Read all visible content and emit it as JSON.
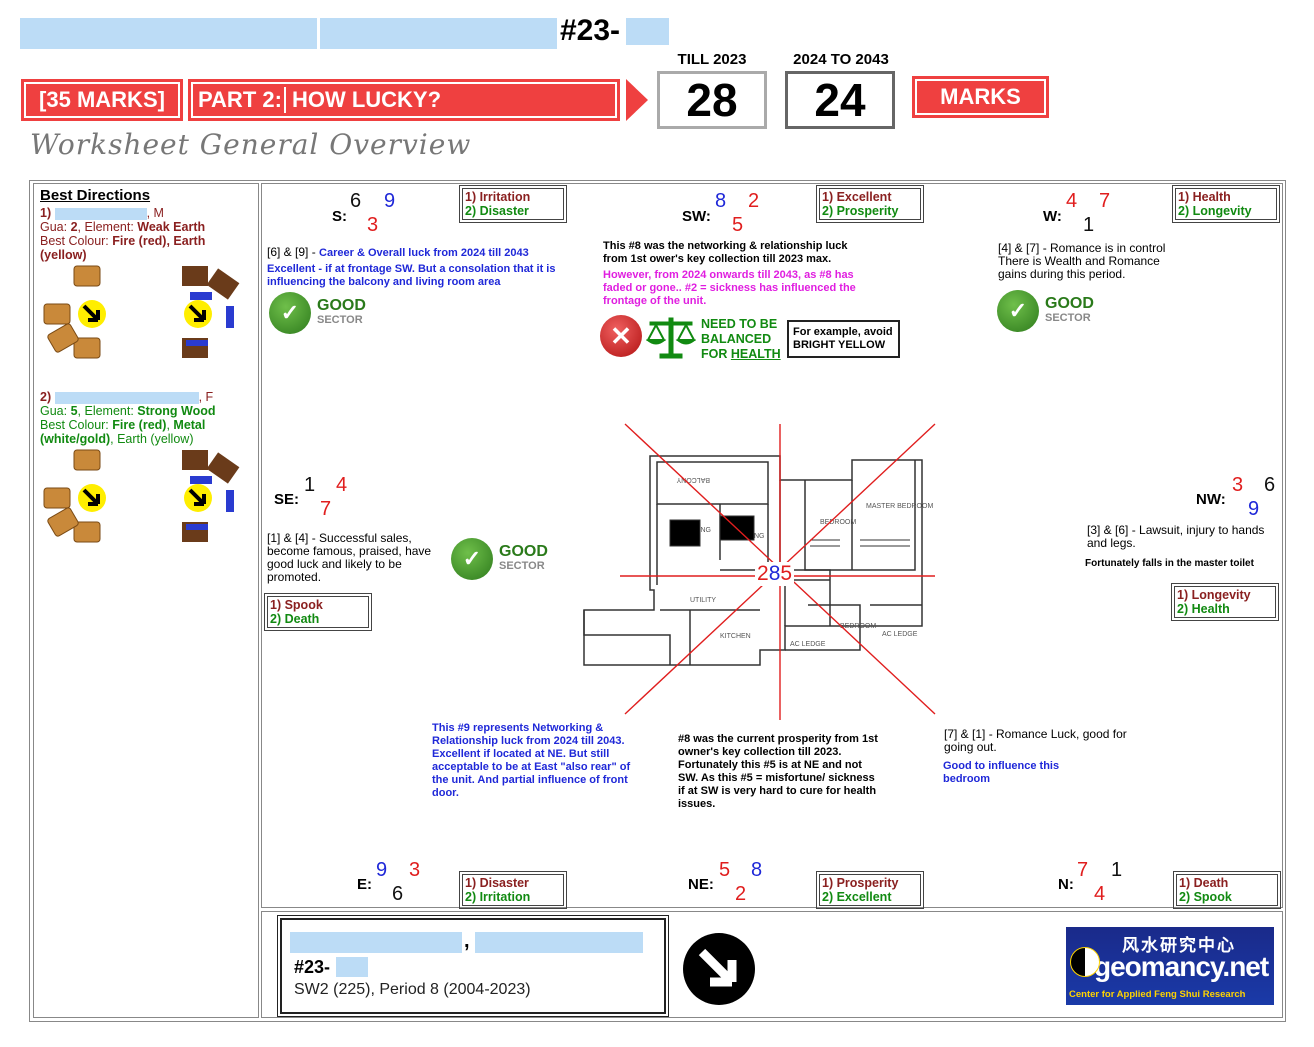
{
  "header": {
    "unit_suffix": "#23-",
    "marks_label": "[35 MARKS]",
    "part_prefix": "PART 2:",
    "part_title": "HOW LUCKY?",
    "till_label": "TILL 2023",
    "till_value": "28",
    "future_label": "2024 TO 2043",
    "future_value": "24",
    "marks_word": "MARKS",
    "subtitle": "Worksheet General Overview"
  },
  "sidebar": {
    "title": "Best Directions",
    "person1": {
      "num": "1)",
      "gender": ", M",
      "gua_label": "Gua: ",
      "gua": "2",
      "element_label": ", Element: ",
      "element": "Weak Earth",
      "colour_label": "Best Colour: ",
      "colour_a": "Fire (red)",
      "colour_b": ", Earth (yellow)"
    },
    "person2": {
      "num": "2)",
      "gender": ", F",
      "gua_label": "Gua: ",
      "gua": "5",
      "element_label": ", Element: ",
      "element": "Strong Wood",
      "colour_label": "Best Colour: ",
      "colour_a": "Fire (red)",
      "colour_mid": ", ",
      "colour_b": "Metal (white/gold)",
      "colour_c": ", Earth (yellow)"
    }
  },
  "sectors": {
    "S": {
      "label": "S",
      "tl": "6",
      "tr": "9",
      "bottom": "3",
      "l1": "1) Irritation",
      "l2": "2) Disaster"
    },
    "SW": {
      "label": "SW",
      "tl": "8",
      "tr": "2",
      "bottom": "5",
      "l1": "1) Excellent",
      "l2": "2) Prosperity"
    },
    "W": {
      "label": "W",
      "tl": "4",
      "tr": "7",
      "bottom": "1",
      "l1": "1) Health",
      "l2": "2) Longevity"
    },
    "SE": {
      "label": "SE",
      "tl": "1",
      "tr": "4",
      "bottom": "7",
      "l1": "1) Spook",
      "l2": "2) Death"
    },
    "NW": {
      "label": "NW",
      "tl": "3",
      "tr": "6",
      "bottom": "9",
      "l1": "1) Longevity",
      "l2": "2) Health"
    },
    "E": {
      "label": "E",
      "tl": "9",
      "tr": "3",
      "bottom": "6",
      "l1": "1) Disaster",
      "l2": "2) Irritation"
    },
    "NE": {
      "label": "NE",
      "tl": "5",
      "tr": "8",
      "bottom": "2",
      "l1": "1) Prosperity",
      "l2": "2) Excellent"
    },
    "N": {
      "label": "N",
      "tl": "7",
      "tr": "1",
      "bottom": "4",
      "l1": "1) Death",
      "l2": "2) Spook"
    }
  },
  "center": {
    "a": "2",
    "b": "8",
    "c": "5"
  },
  "notes": {
    "s_prefix": "[6] & [9] - ",
    "s_line1": "Career & Overall luck from 2024 till 2043",
    "s_line2": "Excellent - if at frontage SW. But a consolation that it is influencing the balcony and living room area",
    "sw_line1": "This #8 was the networking & relationship luck from 1st ower's key collection till 2023 max.",
    "sw_line2": "However, from 2024 onwards till 2043, as #8 has faded or gone.. #2 = sickness has influenced the frontage of the unit.",
    "balance_1": "NEED TO BE",
    "balance_2": "BALANCED",
    "balance_3": "FOR ",
    "balance_4": "HEALTH",
    "example": "For example, avoid BRIGHT YELLOW",
    "w_text": "[4] & [7] - Romance is in control There is Wealth and Romance gains during this period.",
    "se_text": "[1] & [4] - Successful sales, become famous, praised, have good luck and likely to be promoted.",
    "nw_text": "[3] & [6] - Lawsuit, injury to hands and legs.",
    "nw_note": "Fortunately falls in the master toilet",
    "e_note": "This #9 represents Networking & Relationship luck from 2024 till 2043. Excellent if located at NE. But still acceptable to be at East \"also rear\" of the unit. And partial influence of front door.",
    "ne_note": "#8 was the current prosperity from 1st owner's key collection till 2023. Fortunately this #5 is at NE and not SW. As this #5 = misfortune/ sickness if at SW is very hard to cure for health issues.",
    "n_text": "[7] & [1] - Romance Luck, good for going out.",
    "n_note": "Good to influence this bedroom"
  },
  "good": {
    "word": "GOOD",
    "sub": "SECTOR"
  },
  "plan": {
    "balcony": "BALCONY",
    "living": "LIVING",
    "dining": "DINING",
    "master": "MASTER BEDROOM",
    "bedroom": "BEDROOM",
    "kitchen": "KITCHEN",
    "utility": "UTILITY",
    "ac_ledge": "AC LEDGE"
  },
  "footer": {
    "unit_suffix": "#23-",
    "facing": "SW2 (225), Period 8 (2004-2023)",
    "logo_cn": "风水研究中心",
    "logo_site": "geomancy.net",
    "logo_sub": "Center for Applied Feng Shui Research"
  }
}
